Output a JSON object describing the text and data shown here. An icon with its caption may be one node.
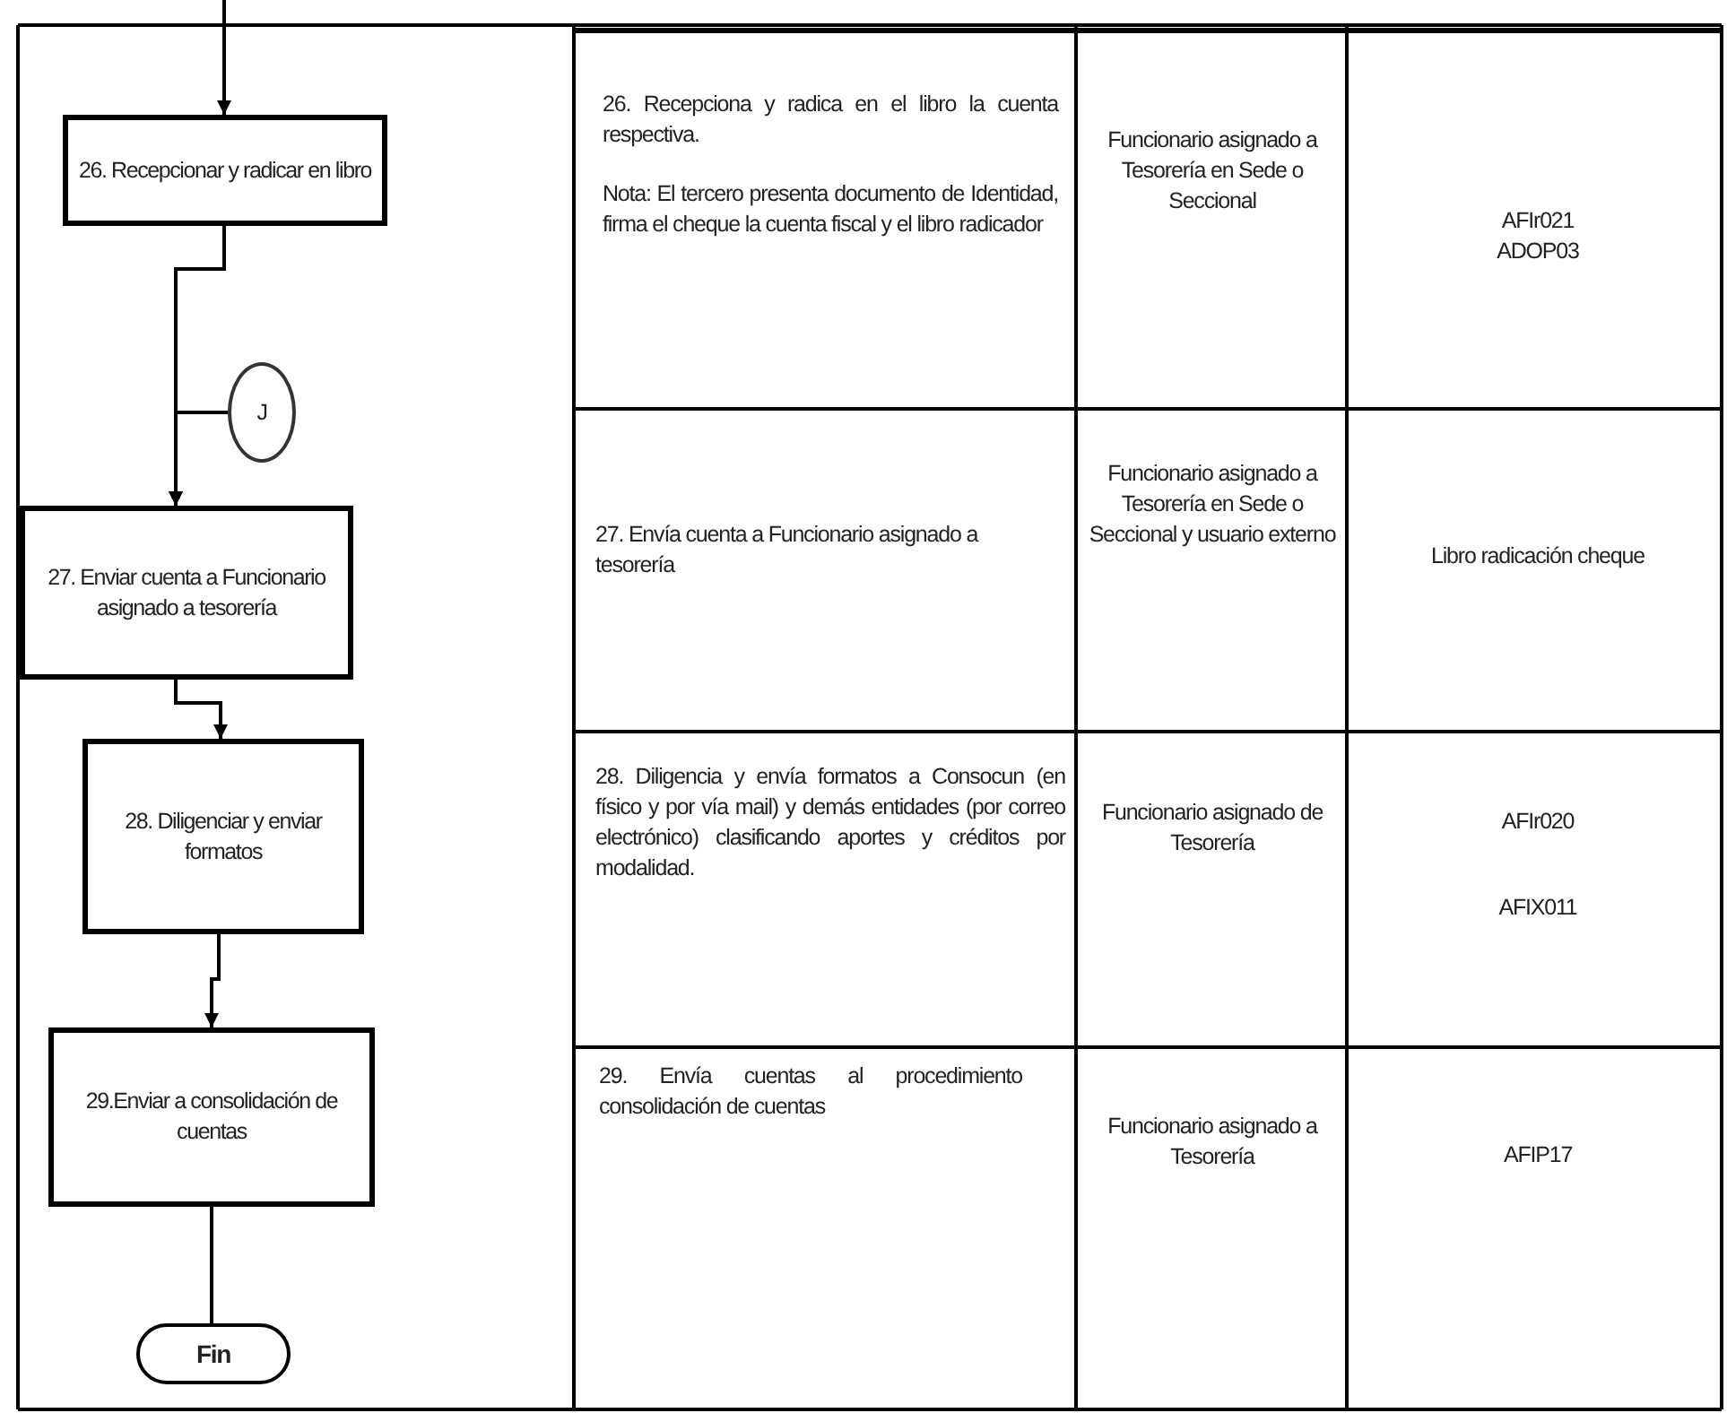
{
  "diagram": {
    "nodes": [
      {
        "text": [
          "26. Recepcionar y radicar en libro"
        ]
      },
      {
        "text": [
          "J"
        ]
      },
      {
        "text": [
          "27. Enviar cuenta a Funcionario asignado a tesorería"
        ]
      },
      {
        "text": [
          "28. Diligenciar y enviar formatos"
        ]
      },
      {
        "text": [
          "29.Enviar a consolidación de cuentas"
        ]
      },
      {
        "text": [
          "Fin"
        ]
      }
    ],
    "edges": [
      {
        "from": null,
        "to": 0,
        "arrow": "to"
      },
      {
        "from": 0,
        "to": 2,
        "arrow": "to"
      },
      {
        "from": 1,
        "to": 2,
        "arrow": "to"
      },
      {
        "from": 2,
        "to": 3,
        "arrow": "to"
      },
      {
        "from": 3,
        "to": 4,
        "arrow": "to"
      },
      {
        "from": 4,
        "to": 5,
        "arrow": "none"
      }
    ],
    "labels": [
      "26. Recepciona y radica en el libro la cuenta respectiva.",
      "Nota: El tercero presenta documento de Identidad, firma el cheque la cuenta fiscal y el libro radicador",
      "Funcionario asignado a Tesorería en Sede o Seccional",
      "AFIr021",
      "ADOP03",
      "27. Envía cuenta a Funcionario asignado a tesorería",
      "Funcionario asignado a Tesorería en Sede o Seccional y usuario externo",
      "Libro radicación cheque",
      "28. Diligencia y envía formatos a Consocun (en físico y por vía mail) y demás entidades (por correo electrónico) clasificando aportes y créditos por modalidad.",
      "Funcionario asignado de Tesorería",
      "AFIr020",
      "AFIX011",
      "29. Envía cuentas al procedimiento consolidación de cuentas",
      "Funcionario asignado a Tesorería",
      "AFIP17"
    ]
  }
}
